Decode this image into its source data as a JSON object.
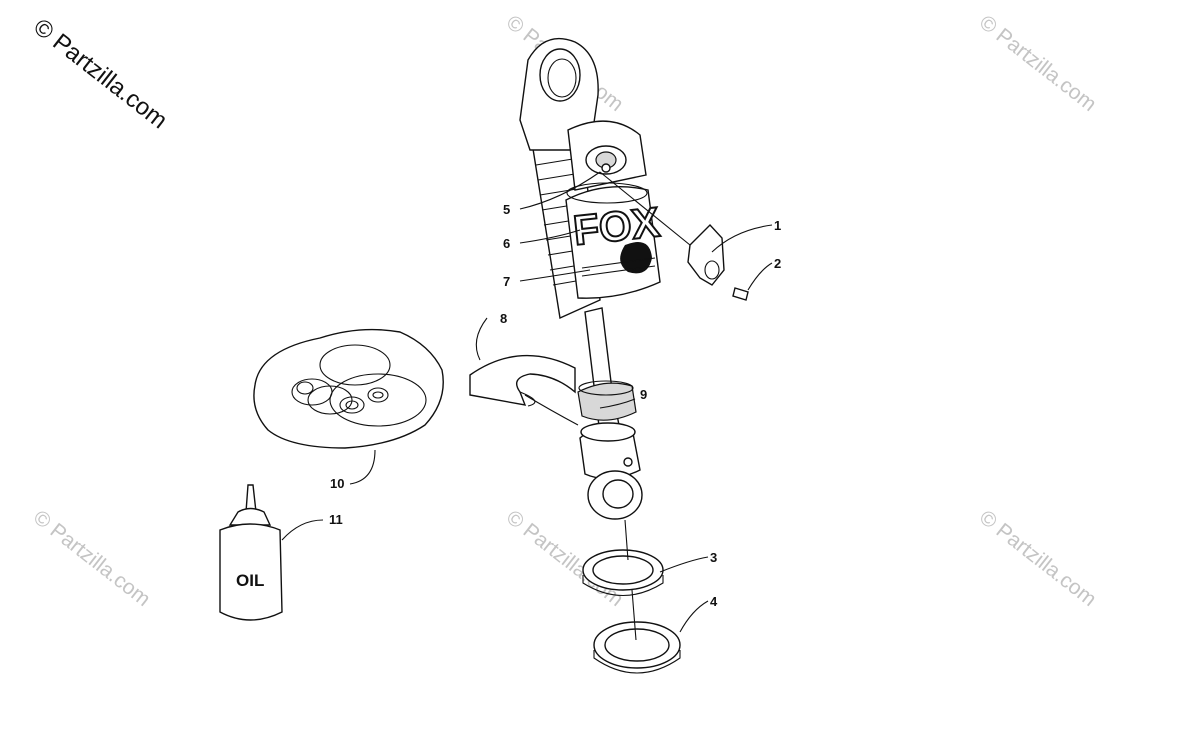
{
  "watermarks": {
    "primary": "© Partzilla.com",
    "faint": "© Partzilla.com"
  },
  "callouts": {
    "c1": "1",
    "c2": "2",
    "c3": "3",
    "c4": "4",
    "c5": "5",
    "c6": "6",
    "c7": "7",
    "c8": "8",
    "c9": "9",
    "c10": "10",
    "c11": "11"
  },
  "labels": {
    "oil_bottle_text": "OIL",
    "brand_text": "FOX"
  }
}
